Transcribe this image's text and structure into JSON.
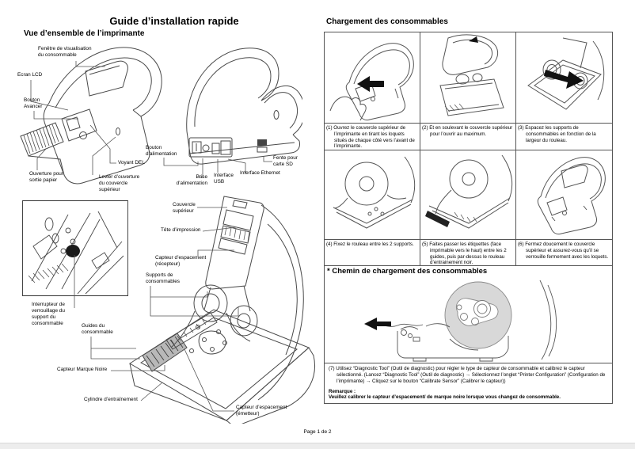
{
  "page": {
    "title": "Guide d’installation rapide",
    "footer": "Page 1 de 2"
  },
  "overview": {
    "heading": "Vue d’ensemble de l’imprimante",
    "labels": {
      "window": "Fenêtre de visualisation\ndu consommable",
      "lcd": "Ecran LCD",
      "feed_button": "Bouton\nAvancer",
      "led": "Voyant DEL",
      "paper_exit": "Ouverture pour\nsortie papier",
      "cover_lever": "Levier d’ouverture\ndu couvercle\nsupérieur",
      "power_button": "Bouton\nd’alimentation",
      "power_jack": "Prise\nd’alimentation",
      "usb": "Interface\nUSB",
      "ethernet": "Interface Ethernet",
      "sd_slot": "Fente pour\ncarte SD",
      "top_cover": "Couvercle\nsupérieur",
      "print_head": "Tête d’impression",
      "gap_sensor_receiver": "Capteur d’espacement\n(récepteur)",
      "media_holders": "Supports de\nconsommables",
      "lock_switch": "Interrupteur de\nverrouillage du\nsupport du\nconsommable",
      "media_guides": "Guides du\nconsommable",
      "black_mark_sensor": "Capteur Marque Noire",
      "platen_roller": "Cylindre d’entraînement",
      "gap_sensor_emitter": "Capteur d’espacement\n(émetteur)"
    }
  },
  "loading": {
    "heading": "Chargement des consommables",
    "steps": [
      "(1) Ouvrez le couvercle supérieur de l’imprimante en tirant les loquets situés de chaque côté vers l’avant de l’imprimante.",
      "(2) Et en soulevant le couvercle supérieur pour l’ouvrir au maximum.",
      "(3) Espacez les supports de consommables en fonction de la largeur du rouleau.",
      "(4) Fixez le rouleau entre les 2 supports.",
      "(5) Faites passer les étiquettes (face imprimable vers le haut) entre les 2 guides, puis par-dessus le rouleau d’entrainement noir.",
      "(6) Fermez doucement le couvercle supérieur et assurez-vous qu’il se verrouille fermement avec les loquets."
    ],
    "path_heading": "* Chemin de chargement des consommables",
    "step7": "(7) Utilisez “Diagnostic Tool” (Outil de diagnostic) pour régler le type de capteur de consommable et calibrez le capteur sélectionné. (Lancez “Diagnostic Tool” (Outil de diagnostic) → Sélectionnez l’onglet “Printer Configuration” (Configuration de l’imprimante) → Cliquez sur le bouton “Calibrate Sensor” (Calibrer le capteur))",
    "note_title": "Remarque :",
    "note_body": "Veuillez calibrer le capteur d’espacement/ de marque noire lorsque vous changez de consommable."
  }
}
